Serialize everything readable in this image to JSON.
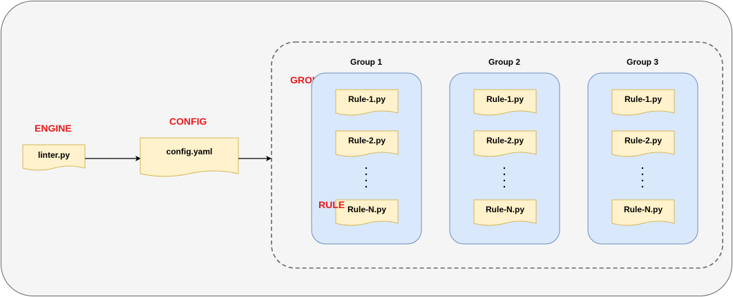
{
  "colors": {
    "outer_fill": "#f5f5f5",
    "outer_stroke": "#666666",
    "doc_fill": "#fff2cc",
    "doc_stroke": "#d6b656",
    "group_fill": "#dae8fc",
    "group_stroke": "#6c8ebf",
    "label_red": "#e8191b"
  },
  "labels": {
    "engine": "ENGINE",
    "config": "CONFIG",
    "group": "GROUP",
    "rule": "RULE"
  },
  "engine_doc": "linter.py",
  "config_doc": "config.yaml",
  "groups": [
    {
      "title": "Group 1",
      "rules": [
        "Rule-1.py",
        "Rule-2.py",
        "Rule-N.py"
      ]
    },
    {
      "title": "Group 2",
      "rules": [
        "Rule-1.py",
        "Rule-2.py",
        "Rule-N.py"
      ]
    },
    {
      "title": "Group 3",
      "rules": [
        "Rule-1.py",
        "Rule-2.py",
        "Rule-N.py"
      ]
    }
  ]
}
